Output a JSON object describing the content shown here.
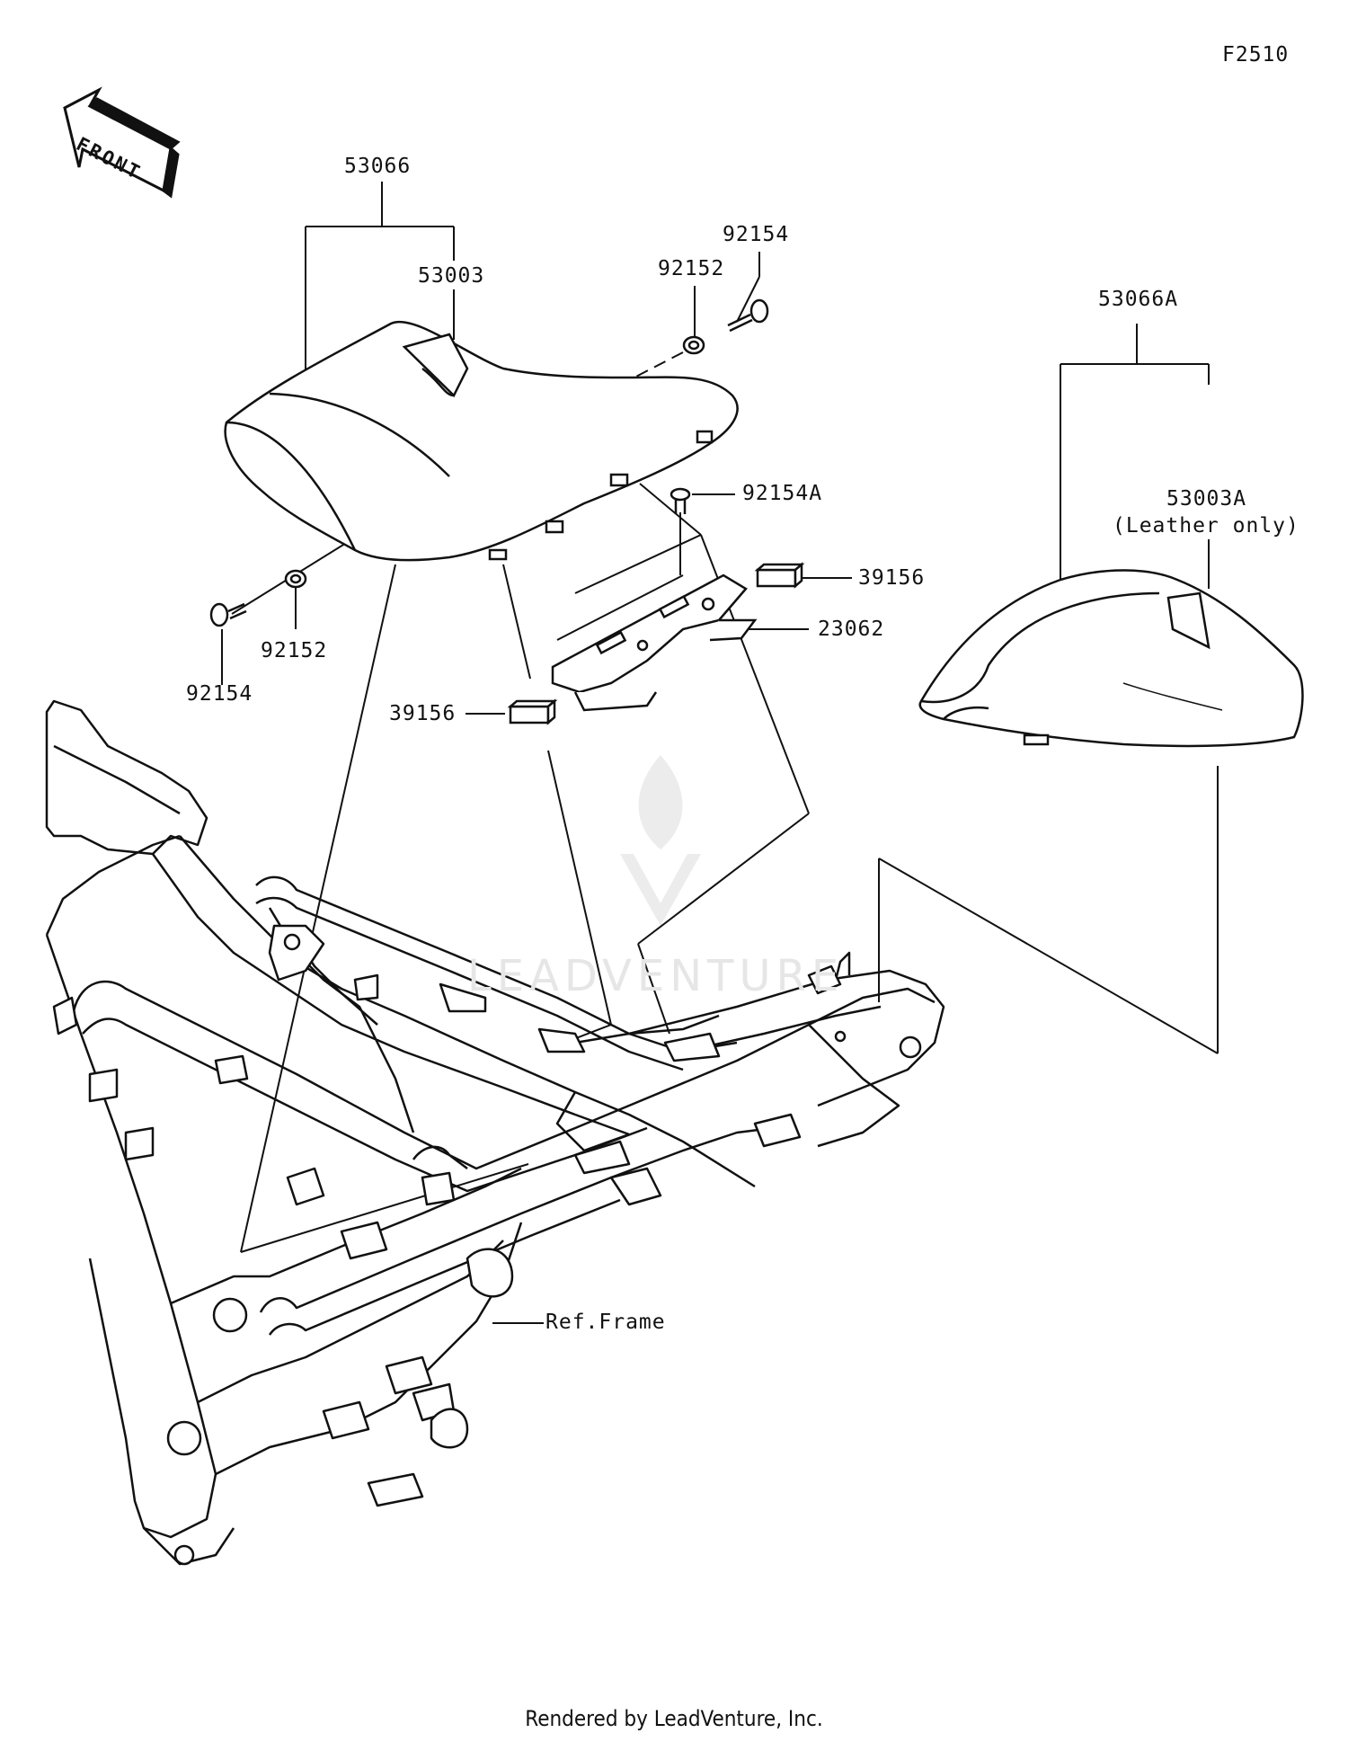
{
  "page_code": "F2510",
  "front_arrow_text": "FRONT",
  "labels": {
    "seat_assy": "53066",
    "seat_cover": "53003",
    "screw_top": "92154",
    "collar_top": "92152",
    "bolt_a": "92154A",
    "damper_right": "39156",
    "bracket": "23062",
    "damper_left": "39156",
    "collar_left": "92152",
    "screw_left": "92154",
    "seat_assy_a": "53066A",
    "seat_cover_a": "53003A",
    "seat_cover_a_note": "(Leather only)",
    "ref_frame": "Ref.Frame"
  },
  "watermark": "LEADVENTURE",
  "footer": "Rendered by LeadVenture, Inc."
}
